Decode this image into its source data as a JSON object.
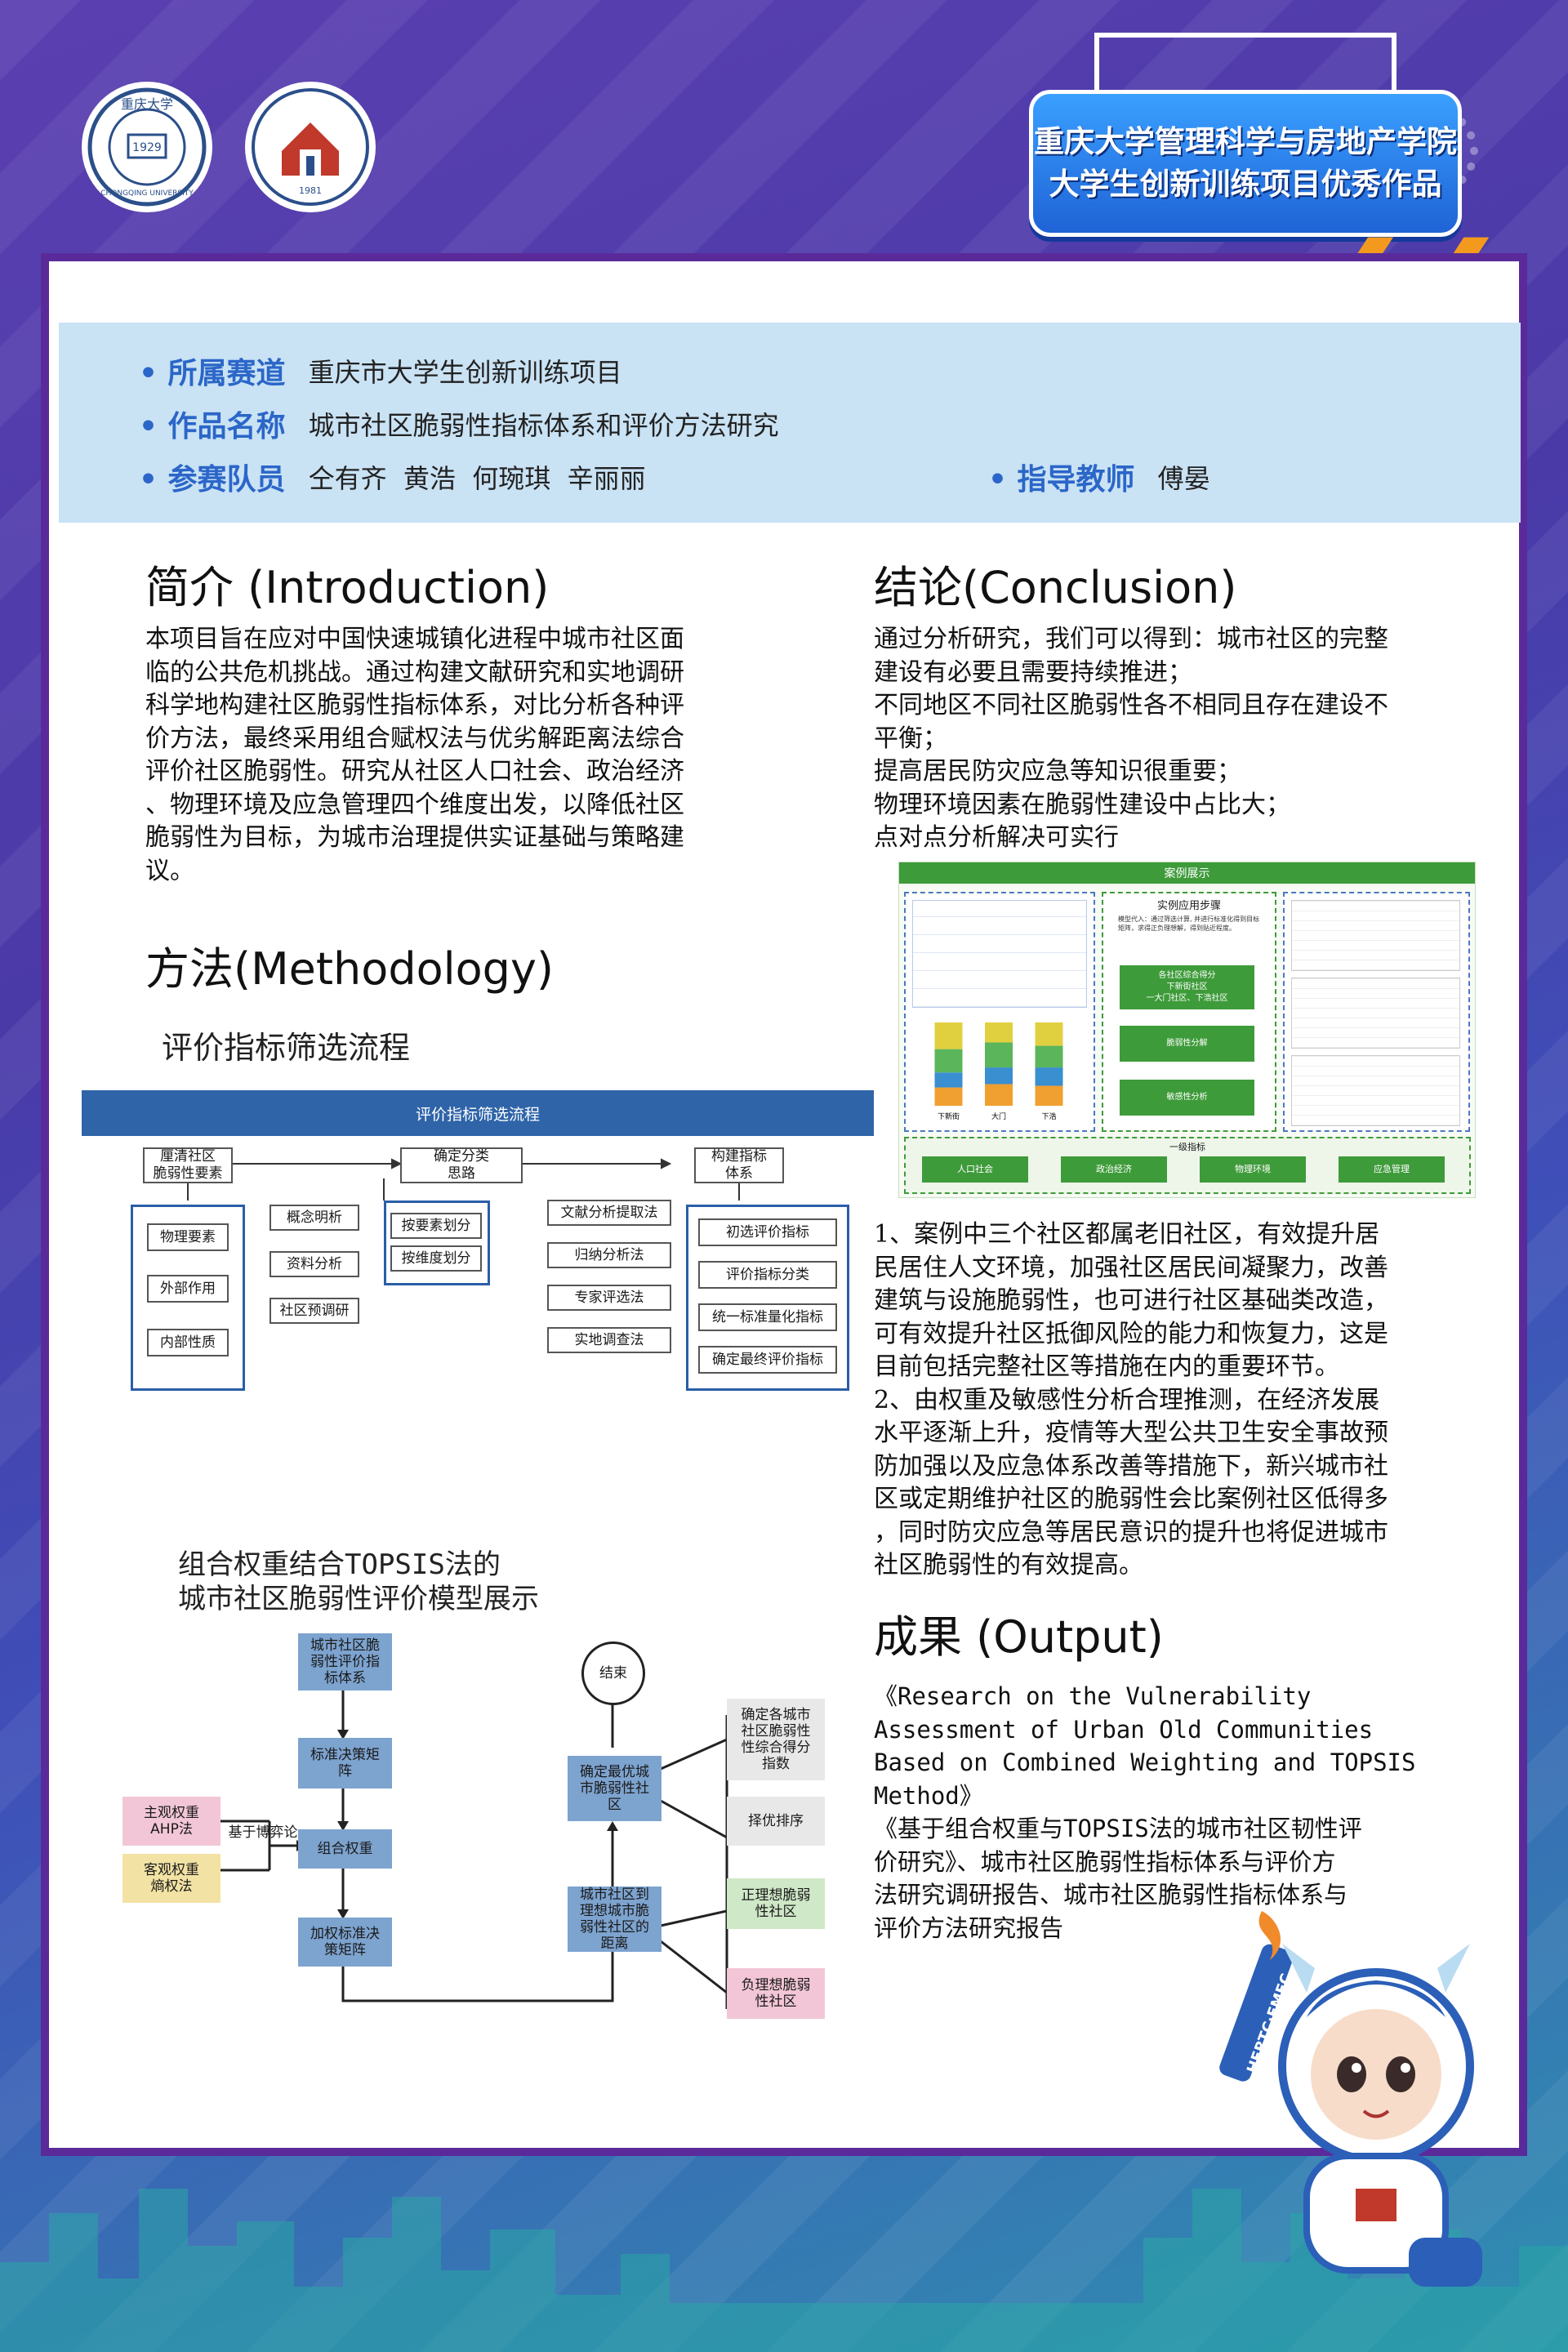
{
  "header": {
    "logo_left_text": "重庆大学",
    "logo_left_sub": "CHONGQING UNIVERSITY",
    "logo_left_year": "1929",
    "logo_right_year": "1981",
    "badge_line1": "重庆大学管理科学与房地产学院",
    "badge_line2": "大学生创新训练项目优秀作品"
  },
  "info": {
    "track_label": "所属赛道",
    "track_value": "重庆市大学生创新训练项目",
    "work_label": "作品名称",
    "work_value": "城市社区脆弱性指标体系和评价方法研究",
    "team_label": "参赛队员",
    "team_value": "仝有齐  黄浩  何琬琪  辛丽丽",
    "advisor_label": "指导教师",
    "advisor_value": "傅晏"
  },
  "intro": {
    "heading": "简介 (Introduction)",
    "lines": [
      "本项目旨在应对中国快速城镇化进程中城市社区面",
      "临的公共危机挑战。通过构建文献研究和实地调研",
      "科学地构建社区脆弱性指标体系，对比分析各种评",
      "价方法，最终采用组合赋权法与优劣解距离法综合",
      "评价社区脆弱性。研究从社区人口社会、政治经济",
      "、物理环境及应急管理四个维度出发，以降低社区",
      "脆弱性为目标，为城市治理提供实证基础与策略建",
      "议。"
    ]
  },
  "method": {
    "heading": "方法(Methodology)",
    "flow1_caption": "评价指标筛选流程",
    "flow1_title": "评价指标筛选流程",
    "flow1": {
      "head1": "厘清社区\n脆弱性要素",
      "head2": "确定分类\n思路",
      "head3": "构建指标\n体系",
      "col1": [
        "物理要素",
        "外部作用",
        "内部性质"
      ],
      "col2": [
        "概念明析",
        "资料分析",
        "社区预调研"
      ],
      "col3": [
        "按要素划分",
        "按维度划分"
      ],
      "col4": [
        "文献分析提取法",
        "归纳分析法",
        "专家评选法",
        "实地调查法"
      ],
      "col5": [
        "初选评价指标",
        "评价指标分类",
        "统一标准量化指标",
        "确定最终评价指标"
      ]
    },
    "flow2_caption_line1": "组合权重结合TOPSIS法的",
    "flow2_caption_line2": "城市社区脆弱性评价模型展示",
    "flow2": {
      "index_system": "城市社区脆\n弱性评价指\n标体系",
      "standard_matrix": "标准决策矩\n阵",
      "combined_weight": "组合权重",
      "weighted_matrix": "加权标准决\n策矩阵",
      "distance": "城市社区到\n理想城市脆\n弱性社区的\n距离",
      "optimal": "确定最优城\n市脆弱性社\n区",
      "end": "结束",
      "subjective": "主观权重\nAHP法",
      "objective": "客观权重\n熵权法",
      "game_theory": "基于博弈论",
      "score_index": "确定各城市\n社区脆弱性\n性综合得分\n指数",
      "ranking": "择优排序",
      "positive_ideal": "正理想脆弱\n性社区",
      "negative_ideal": "负理想脆弱\n性社区"
    }
  },
  "conclusion": {
    "heading": "结论(Conclusion)",
    "lines": [
      "通过分析研究，我们可以得到：城市社区的完整",
      "建设有必要且需要持续推进；",
      "不同地区不同社区脆弱性各不相同且存在建设不",
      "平衡；",
      "提高居民防灾应急等知识很重要；",
      "物理环境因素在脆弱性建设中占比大；",
      "点对点分析解决可实行"
    ],
    "case_title": "案例展示",
    "case_steps_title": "实例应用步骤",
    "case_steps_desc": "模型代入：通过筛选计算, 并进行标准化得到目标矩阵，求得正负理想解，得到贴近程度。",
    "case_step1": "各社区综合得分\n下新街社区\n一大门社区、下浩社区",
    "case_step2": "脆弱性分解",
    "case_step3": "敏感性分析",
    "case_level_title": "一级指标",
    "case_levels": [
      "人口社会",
      "政治经济",
      "物理环境",
      "应急管理"
    ],
    "case_bars": [
      {
        "label": "下新街",
        "segments": [
          0.22,
          0.18,
          0.28,
          0.32
        ]
      },
      {
        "label": "大门",
        "segments": [
          0.26,
          0.2,
          0.3,
          0.24
        ]
      },
      {
        "label": "下浩",
        "segments": [
          0.24,
          0.22,
          0.26,
          0.28
        ]
      }
    ],
    "findings": [
      "1、案例中三个社区都属老旧社区，有效提升居",
      "民居住人文环境，加强社区居民间凝聚力，改善",
      "建筑与设施脆弱性，也可进行社区基础类改造，",
      "可有效提升社区抵御风险的能力和恢复力，这是",
      "目前包括完整社区等措施在内的重要环节。",
      "2、由权重及敏感性分析合理推测，在经济发展",
      "水平逐渐上升，疫情等大型公共卫生安全事故预",
      "防加强以及应急体系改善等措施下，新兴城市社",
      "区或定期维护社区的脆弱性会比案例社区低得多",
      "，同时防灾应急等居民意识的提升也将促进城市",
      "社区脆弱性的有效提高。"
    ]
  },
  "output": {
    "heading": "成果 (Output)",
    "lines": [
      "《Research on the Vulnerability",
      "Assessment of Urban Old Communities",
      "Based on Combined Weighting and TOPSIS",
      "Method》",
      "《基于组合权重与TOPSIS法的城市社区韧性评",
      "价研究》、城市社区脆弱性指标体系与评价方",
      "法研究调研报告、城市社区脆弱性指标体系与",
      "评价方法研究报告"
    ]
  },
  "mascot": {
    "torch_text": "HERTC·EMEC"
  },
  "colors": {
    "panel_border": "#5b2a9a",
    "info_bar": "#c9e2f4",
    "info_key": "#2b66c8",
    "flow_title_bar": "#2f64a8",
    "case_green": "#3e9b3a",
    "badge_blue": "#1f63d6",
    "chevron_orange": "#f39a1e"
  }
}
